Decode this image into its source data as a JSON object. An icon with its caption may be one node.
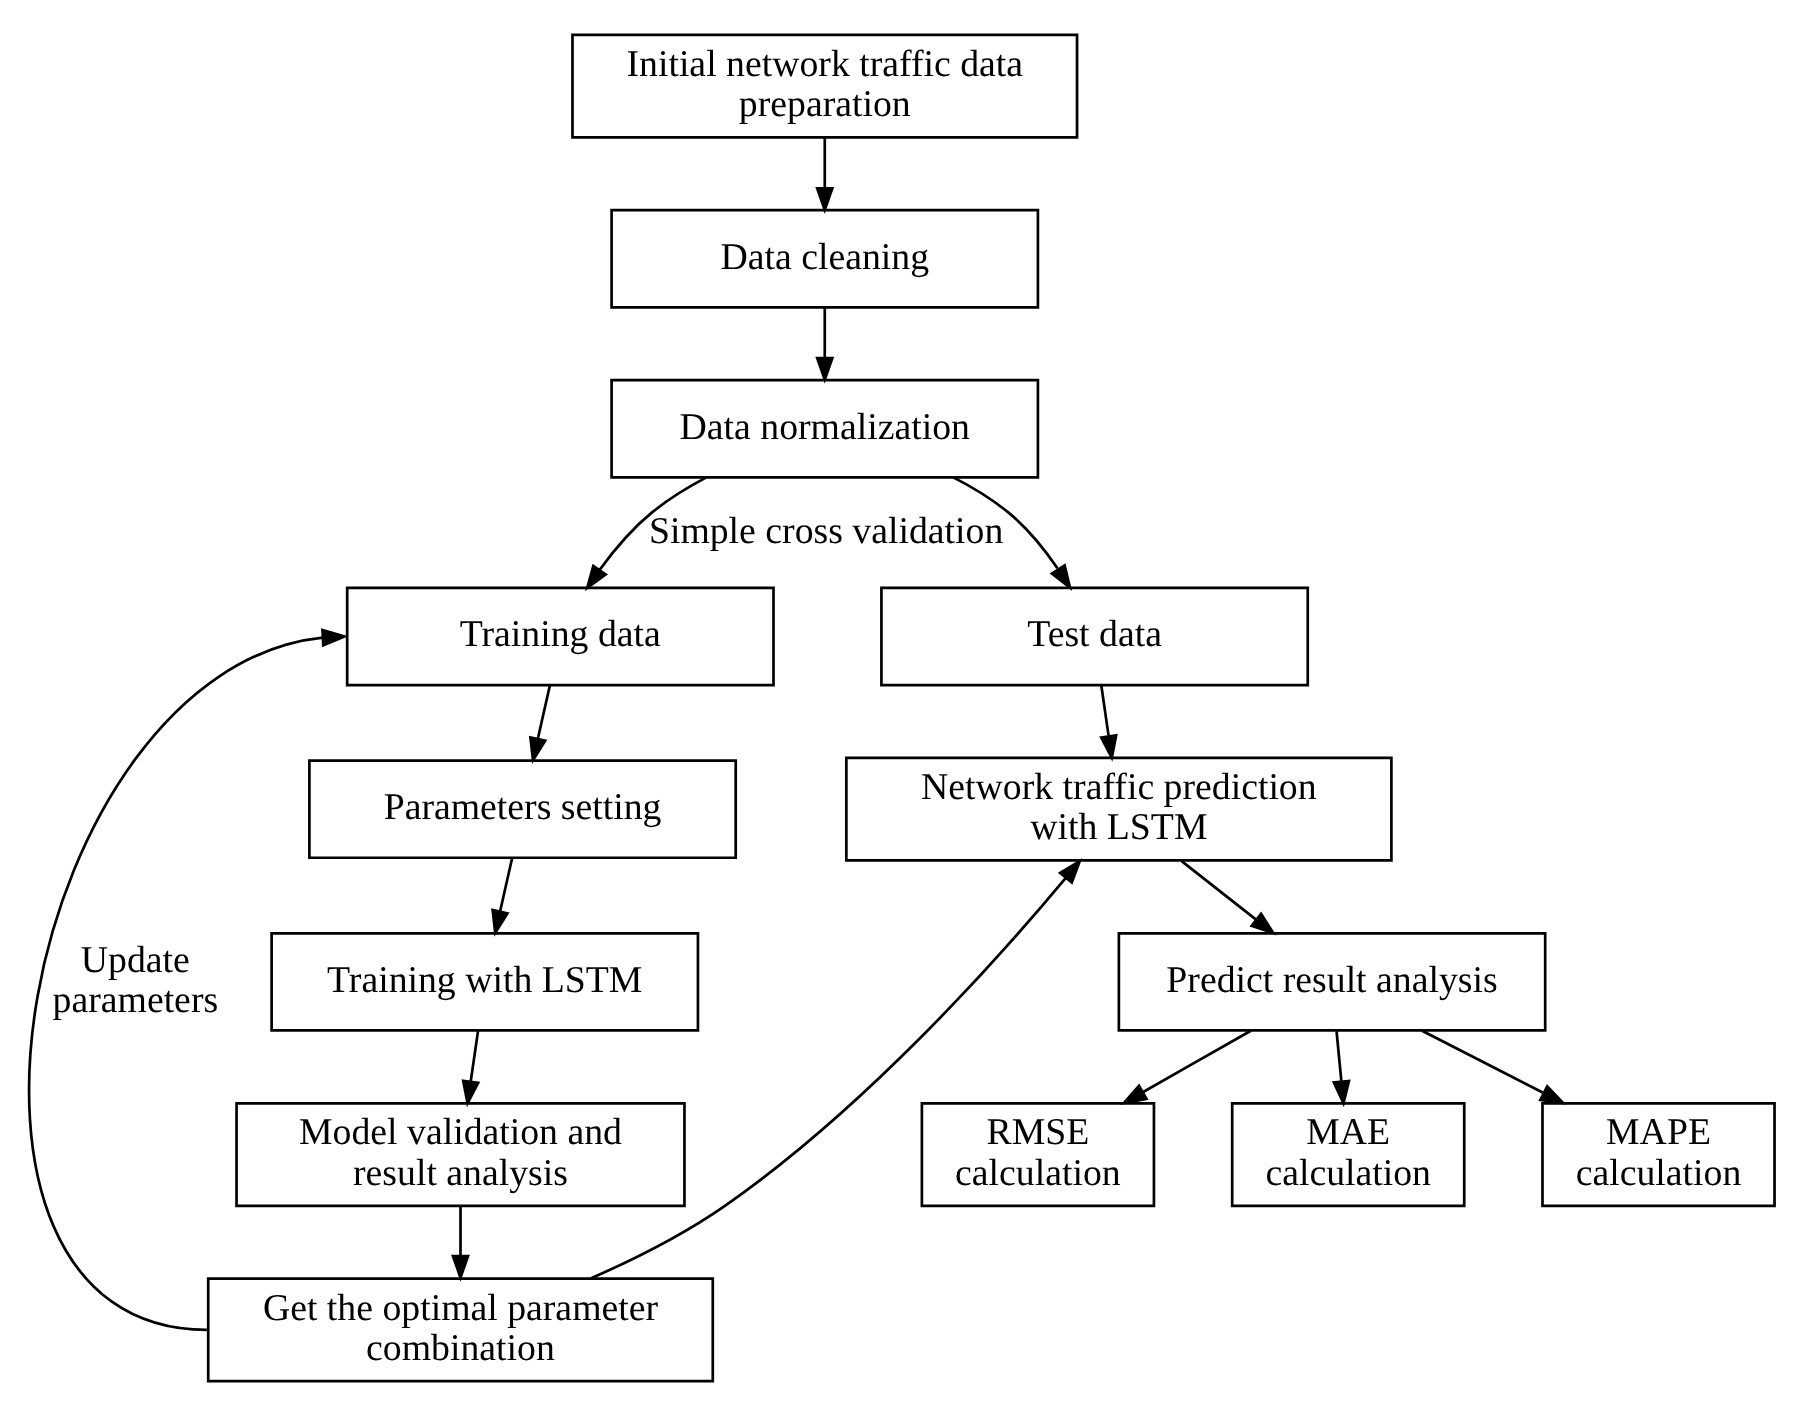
{
  "diagram": {
    "nodes": [
      {
        "text": [
          "Initial network traffic data preparation"
        ]
      },
      {
        "text": [
          "Data cleaning"
        ]
      },
      {
        "text": [
          "Data normalization"
        ]
      },
      {
        "text": [
          "Training data"
        ]
      },
      {
        "text": [
          "Test data"
        ]
      },
      {
        "text": [
          "Parameters setting"
        ]
      },
      {
        "text": [
          "Training with LSTM"
        ]
      },
      {
        "text": [
          "Model validation and result analysis"
        ]
      },
      {
        "text": [
          "Get the optimal parameter combination"
        ]
      },
      {
        "text": [
          "Network traffic prediction with LSTM"
        ]
      },
      {
        "text": [
          "Predict result analysis"
        ]
      },
      {
        "text": [
          "RMSE calculation"
        ]
      },
      {
        "text": [
          "MAE calculation"
        ]
      },
      {
        "text": [
          "MAPE calculation"
        ]
      }
    ],
    "edges": [
      {
        "from": 0,
        "to": 1,
        "arrow": "to"
      },
      {
        "from": 1,
        "to": 2,
        "arrow": "to"
      },
      {
        "from": 2,
        "to": 3,
        "arrow": "to",
        "label": "Simple cross validation"
      },
      {
        "from": 2,
        "to": 4,
        "arrow": "to"
      },
      {
        "from": 3,
        "to": 5,
        "arrow": "to"
      },
      {
        "from": 5,
        "to": 6,
        "arrow": "to"
      },
      {
        "from": 6,
        "to": 7,
        "arrow": "to"
      },
      {
        "from": 7,
        "to": 8,
        "arrow": "to"
      },
      {
        "from": 8,
        "to": 3,
        "arrow": "to",
        "label": "Update parameters"
      },
      {
        "from": 8,
        "to": 9,
        "arrow": "to"
      },
      {
        "from": 4,
        "to": 9,
        "arrow": "to"
      },
      {
        "from": 9,
        "to": 10,
        "arrow": "to"
      },
      {
        "from": 10,
        "to": 11,
        "arrow": "to"
      },
      {
        "from": 10,
        "to": 12,
        "arrow": "to"
      },
      {
        "from": 10,
        "to": 13,
        "arrow": "to"
      }
    ]
  }
}
